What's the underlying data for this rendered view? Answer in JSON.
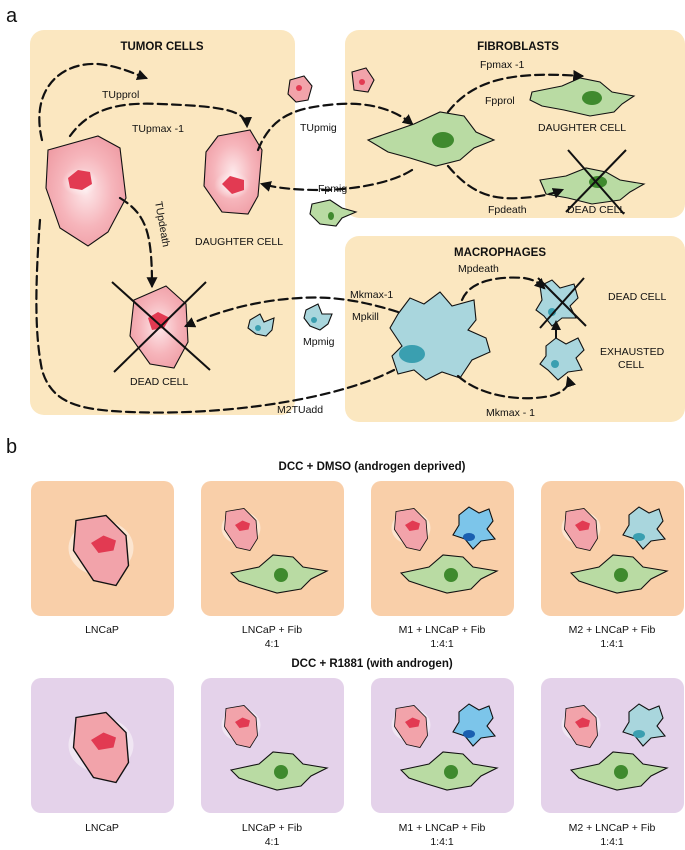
{
  "panel_a": {
    "letter": "a",
    "tumor": {
      "title": "TUMOR CELLS",
      "tuprol": "TUpprol",
      "tupmax": "TUpmax -1",
      "tupdeath": "TUpdeath",
      "daughter": "DAUGHTER CELL",
      "dead": "DEAD CELL"
    },
    "fib": {
      "title": "FIBROBLASTS",
      "fpmax": "Fpmax -1",
      "fpprol": "Fpprol",
      "daughter": "DAUGHTER CELL",
      "dead": "DEAD CELL",
      "fpdeath": "Fpdeath"
    },
    "mac": {
      "title": "MACROPHAGES",
      "mpdeath": "Mpdeath",
      "mkmax1": "Mkmax-1",
      "mpkill": "Mpkill",
      "dead": "DEAD CELL",
      "exhausted_1": "EXHAUSTED",
      "exhausted_2": "CELL",
      "mkmax2": "Mkmax - 1"
    },
    "tupmig": "TUpmig",
    "fpmig": "Fpmig",
    "mpmig": "Mpmig",
    "m2tuadd": "M2TUadd"
  },
  "panel_b": {
    "letter": "b",
    "row1_title": "DCC + DMSO (androgen deprived)",
    "row2_title": "DCC + R1881 (with androgen)",
    "row1_color": "#f9cfa9",
    "row2_color": "#e4d2ea",
    "captions": [
      {
        "line1": "LNCaP",
        "line2": ""
      },
      {
        "line1": "LNCaP + Fib",
        "line2": "4:1"
      },
      {
        "line1": "M1 + LNCaP + Fib",
        "line2": "1:4:1"
      },
      {
        "line1": "M2 + LNCaP + Fib",
        "line2": "1:4:1"
      }
    ]
  },
  "colors": {
    "panel_bg": "#fbe7c0",
    "tumor_fill": "#f2a3aa",
    "tumor_nucleus": "#e23a52",
    "fib_fill": "#b9dba3",
    "fib_nucleus": "#3f8a2e",
    "mac_fill": "#a9d6dd",
    "m2_nucleus": "#3a9fb0",
    "m1_fill": "#7cc5ea",
    "m1_nucleus": "#1a5fb0"
  }
}
